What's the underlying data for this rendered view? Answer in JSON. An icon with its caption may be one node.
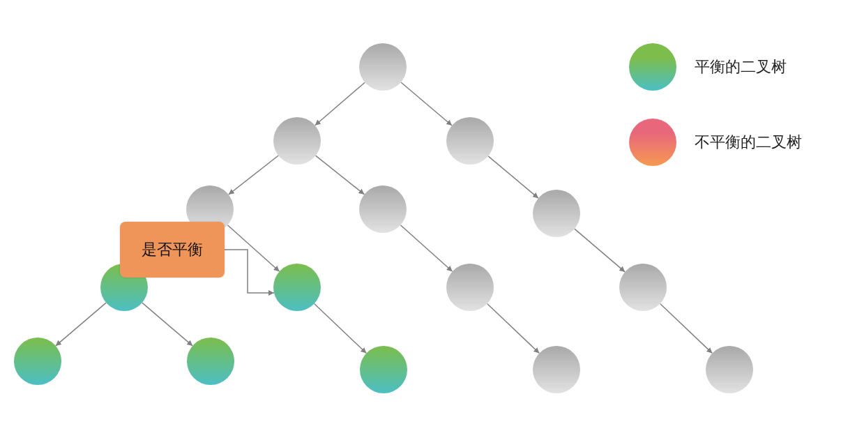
{
  "diagram": {
    "nodes": [
      {
        "text": [],
        "shape": "circle"
      },
      {
        "text": [],
        "shape": "circle"
      },
      {
        "text": [],
        "shape": "circle"
      },
      {
        "text": [],
        "shape": "circle"
      },
      {
        "text": [],
        "shape": "circle"
      },
      {
        "text": [],
        "shape": "circle"
      },
      {
        "text": [],
        "shape": "circle"
      },
      {
        "text": [],
        "shape": "circle"
      },
      {
        "text": [],
        "shape": "circle"
      },
      {
        "text": [],
        "shape": "circle"
      },
      {
        "text": [],
        "shape": "circle"
      },
      {
        "text": [],
        "shape": "circle"
      },
      {
        "text": [],
        "shape": "circle"
      },
      {
        "text": [],
        "shape": "circle"
      },
      {
        "text": [],
        "shape": "circle"
      },
      {
        "text": [
          "是否平衡"
        ]
      }
    ],
    "edges": [
      {
        "from": 0,
        "to": 1,
        "arrow": "to"
      },
      {
        "from": 0,
        "to": 2,
        "arrow": "to"
      },
      {
        "from": 1,
        "to": 3,
        "arrow": "to"
      },
      {
        "from": 1,
        "to": 4,
        "arrow": "to"
      },
      {
        "from": 2,
        "to": 5,
        "arrow": "to"
      },
      {
        "from": 3,
        "to": 7,
        "arrow": "to"
      },
      {
        "from": 4,
        "to": 8,
        "arrow": "to"
      },
      {
        "from": 5,
        "to": 9,
        "arrow": "to"
      },
      {
        "from": 6,
        "to": 10,
        "arrow": "to"
      },
      {
        "from": 6,
        "to": 11,
        "arrow": "to"
      },
      {
        "from": 7,
        "to": 12,
        "arrow": "to"
      },
      {
        "from": 8,
        "to": 13,
        "arrow": "to"
      },
      {
        "from": 9,
        "to": 14,
        "arrow": "to"
      },
      {
        "from": 15,
        "to": 7,
        "arrow": "to"
      }
    ],
    "legend": [
      {
        "text": "平衡的二叉树",
        "color": "#7cbd4c"
      },
      {
        "text": "不平衡的二叉树",
        "color": "#e8677a"
      }
    ]
  }
}
